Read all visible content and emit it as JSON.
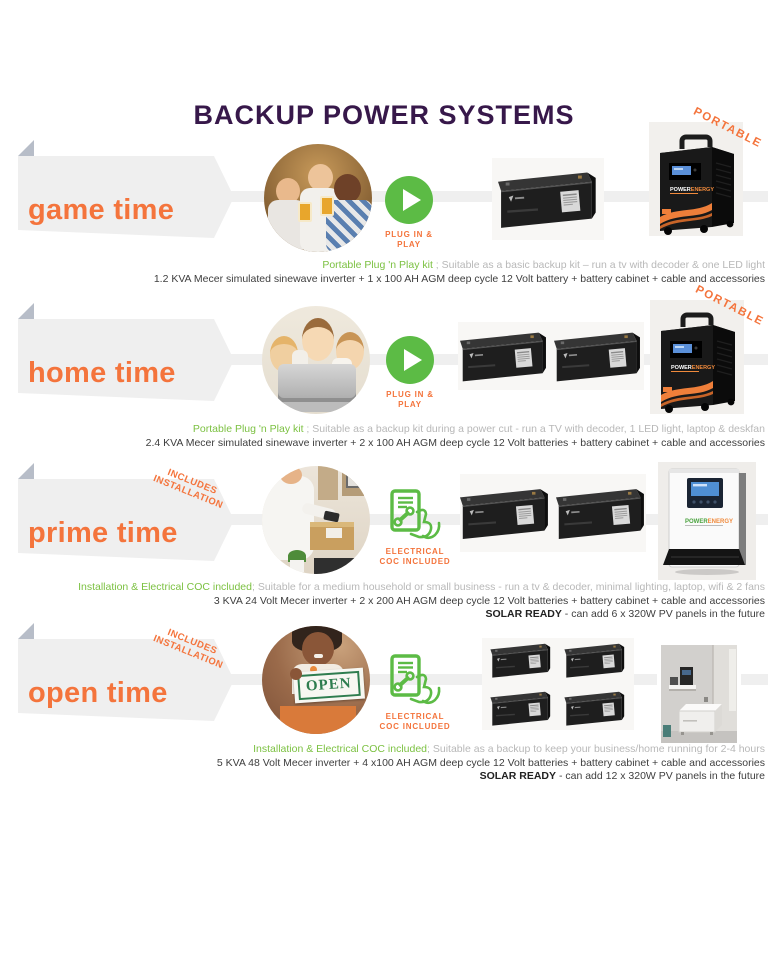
{
  "page_title": "BACKUP POWER SYSTEMS",
  "colors": {
    "accent_orange": "#F4743C",
    "accent_green": "#5CBB45",
    "caption_green": "#7CC142",
    "banner_gray": "#EFEFEF",
    "title_purple": "#37184A"
  },
  "icons": {
    "play": "play-circle",
    "coc": "document-wrench-hand"
  },
  "rows": [
    {
      "title": "game time",
      "portable_label": "PORTABLE",
      "action_label": "PLUG IN & PLAY",
      "caption_highlight": "Portable Plug 'n Play kit",
      "caption_detail": " ; Suitable as a basic backup kit – run a tv with decoder & one LED light",
      "spec": "1.2 KVA Mecer simulated sinewave inverter + 1 x 100 AH AGM deep cycle 12 Volt battery + battery cabinet + cable and accessories"
    },
    {
      "title": "home time",
      "portable_label": "PORTABLE",
      "action_label": "PLUG IN & PLAY",
      "caption_highlight": "Portable Plug 'n Play kit",
      "caption_detail": " ; Suitable as a backup kit during a power cut - run a TV with decoder, 1 LED light, laptop & deskfan",
      "spec": "2.4 KVA Mecer simulated sinewave inverter + 2 x 100 AH AGM deep cycle 12 Volt batteries + battery cabinet + cable and accessories"
    },
    {
      "title": "prime time",
      "badge": "INCLUDES INSTALLATION",
      "action_label": "ELECTRICAL COC INCLUDED",
      "caption_highlight": "Installation & Electrical COC included",
      "caption_detail": "; Suitable for a medium household or small business - run a tv & decoder, minimal lighting, laptop, wifi & 2 fans",
      "spec": "3 KVA 24 Volt Mecer inverter + 2 x 200 AH AGM deep cycle 12 Volt batteries + battery cabinet + cable and accessories",
      "solar_bold": "SOLAR READY",
      "solar_detail": " - can add 6 x 320W PV panels in the future"
    },
    {
      "title": "open time",
      "badge": "INCLUDES INSTALLATION",
      "action_label": "ELECTRICAL COC INCLUDED",
      "photo_sign": "OPEN",
      "caption_highlight": "Installation & Electrical COC included",
      "caption_detail": "; Suitable as a backup to keep your business/home running for 2-4 hours",
      "spec": "5 KVA 48 Volt Mecer inverter + 4 x100 AH AGM deep cycle 12 Volt batteries + battery cabinet + cable and accessories",
      "solar_bold": "SOLAR READY",
      "solar_detail": " - can add 12 x 320W PV panels in the future"
    }
  ]
}
